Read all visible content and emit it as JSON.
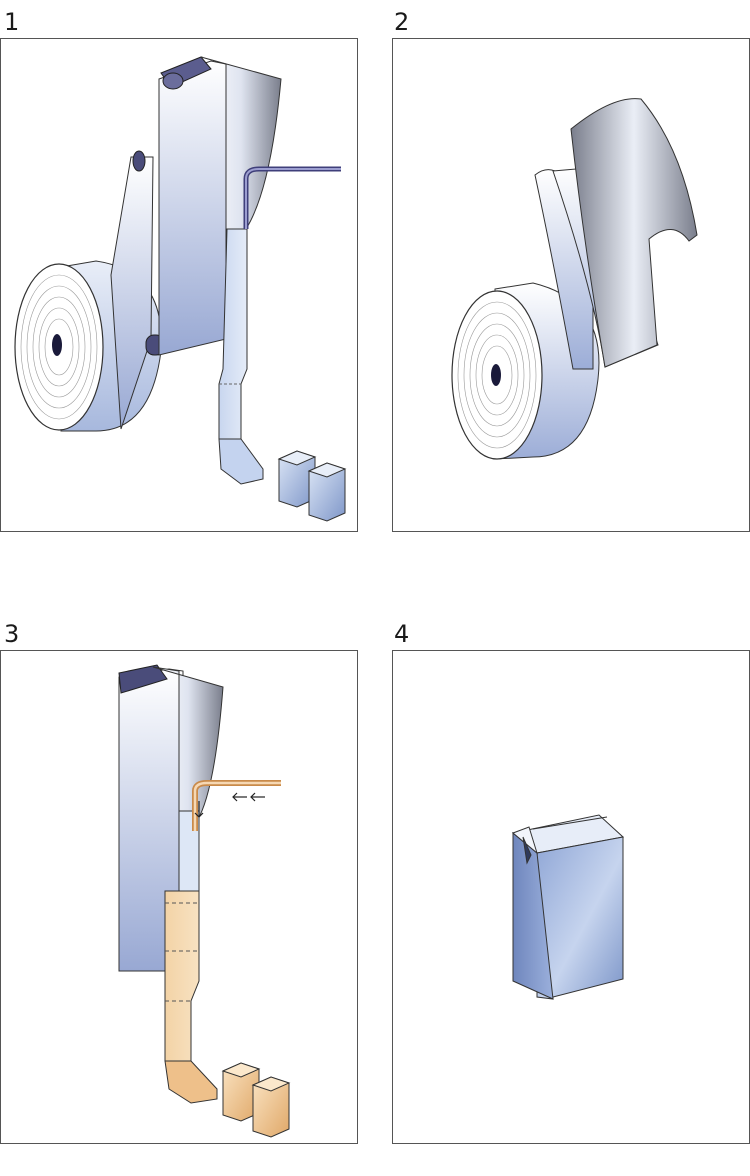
{
  "steps": [
    {
      "number": "1"
    },
    {
      "number": "2"
    },
    {
      "number": "3"
    },
    {
      "number": "4"
    }
  ],
  "colors": {
    "foil_light": "#f4f6fb",
    "foil_blue": "#9fb0d8",
    "foil_dark": "#5e6270",
    "roller": "#3a3c6e",
    "product_fill": "#f0c88f",
    "pipe_product": "#e8b785",
    "carton_blue": "#8ea6d6",
    "outline": "#333333"
  },
  "icons": {
    "flow_arrow": "arrow-left-icon",
    "down_arrow": "arrow-down-icon"
  }
}
